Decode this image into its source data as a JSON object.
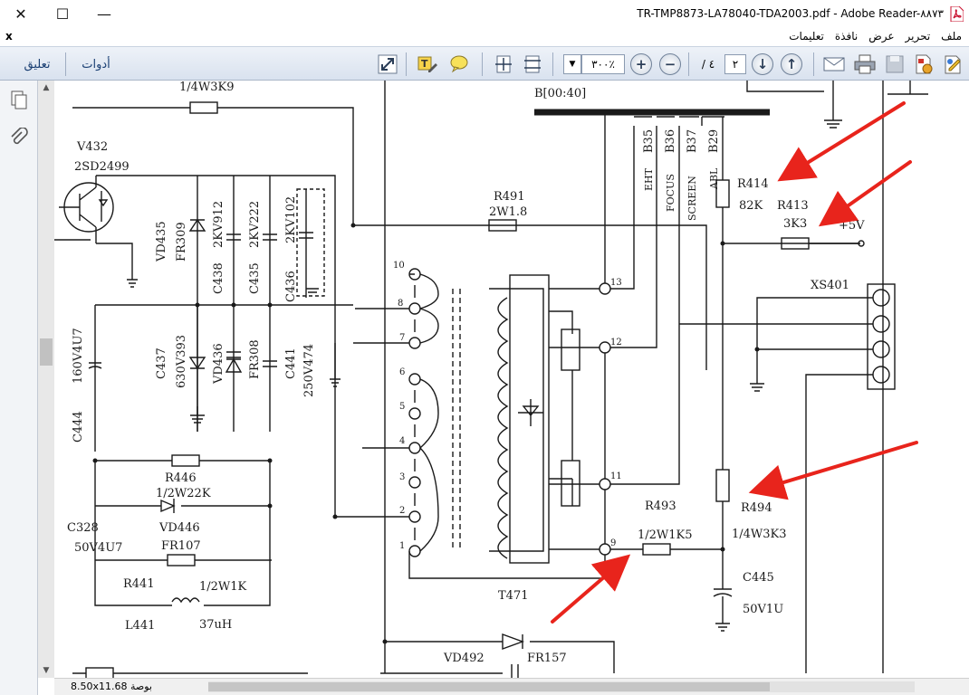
{
  "window": {
    "title": "TR-TMP8873-LA78040-TDA2003.pdf - Adobe Reader-٨٨٧٣",
    "minimize_glyph": "—",
    "maximize_glyph": "☐",
    "close_glyph": "✕"
  },
  "menu": {
    "close_doc": "x",
    "items": [
      "ملف",
      "تحرير",
      "عرض",
      "نافذة",
      "تعليمات"
    ]
  },
  "toolbar": {
    "comment": "تعليق",
    "tools": "أدوات",
    "zoom_value": "٣٠٠٪",
    "page_current": "٢",
    "page_total": "/ ٤"
  },
  "status": {
    "page_size": "8.50x11.68 بوصة"
  },
  "schematic": {
    "bus": "B[00:40]",
    "top_resistor": "1/4W3K9",
    "v432": "V432",
    "v432_part": "2SD2499",
    "vd435": "VD435",
    "fr309": "FR309",
    "c438_part": "2KV912",
    "c438": "C438",
    "c435_part": "2KV222",
    "c435": "C435",
    "c436_part": "2KV102",
    "c436": "C436",
    "c437": "C437",
    "c437_part": "630V393",
    "vd436": "VD436",
    "fr308": "FR308",
    "c441": "C441",
    "c441_part": "250V474",
    "c444_part": "160V4U7",
    "c444": "C444",
    "r446": "R446",
    "r446_part": "1/2W22K",
    "vd446": "VD446",
    "fr107": "FR107",
    "c328": "C328",
    "c328_part": "50V4U7",
    "r441": "R441",
    "r441_part": "1/2W1K",
    "l441": "L441",
    "l441_part": "37uH",
    "r491": "R491",
    "r491_part": "2W1.8",
    "b35": "B35",
    "b36": "B36",
    "b37": "B37",
    "b29": "B29",
    "eht": "EHT",
    "focus": "FOCUS",
    "screen": "SCREEN",
    "abl": "ABL",
    "r414": "R414",
    "r414_part": "82K",
    "r413": "R413",
    "r413_part": "3K3",
    "plus5v": "+5V",
    "xs401": "XS401",
    "r493": "R493",
    "r493_part": "1/2W1K5",
    "r494": "R494",
    "r494_part": "1/4W3K3",
    "c445": "C445",
    "c445_part": "50V1U",
    "t471": "T471",
    "vd492": "VD492",
    "fr157": "FR157",
    "pins": [
      "10",
      "8",
      "7",
      "6",
      "5",
      "4",
      "3",
      "2",
      "1",
      "13",
      "12",
      "11",
      "9"
    ]
  },
  "colors": {
    "arrow": "#e8241c",
    "ink": "#1a1a1a",
    "toolbar_link": "#1a3f73"
  }
}
